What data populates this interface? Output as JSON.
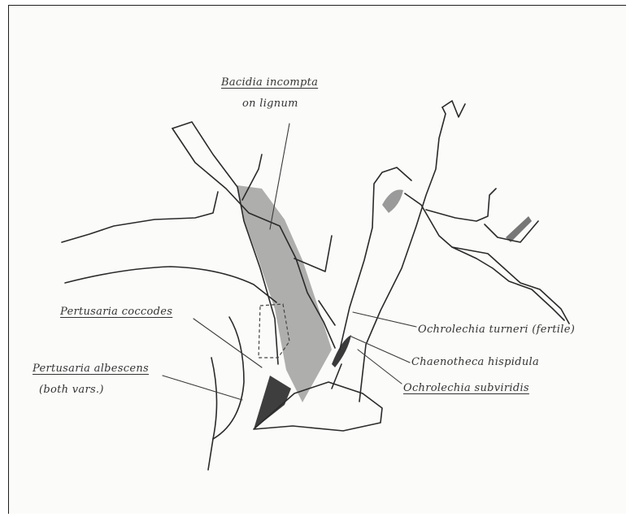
{
  "labels": {
    "bacidia_line1": "Bacidia incompta",
    "bacidia_line2": "on lignum",
    "pertusaria_coccodes": "Pertusaria coccodes",
    "pertusaria_albescens_line1": "Pertusaria albescens",
    "pertusaria_albescens_line2": "(both vars.)",
    "ochrolechia_turneri": "Ochrolechia turneri (fertile)",
    "chaenotheca": "Chaenotheca hispidula",
    "ochrolechia_subviridis": "Ochrolechia subviridis"
  },
  "colors": {
    "ink": "#2a2a2a",
    "shade": "#9a9a9a",
    "dark_shade": "#4a4a4a",
    "paper": "#fbfbf9"
  }
}
